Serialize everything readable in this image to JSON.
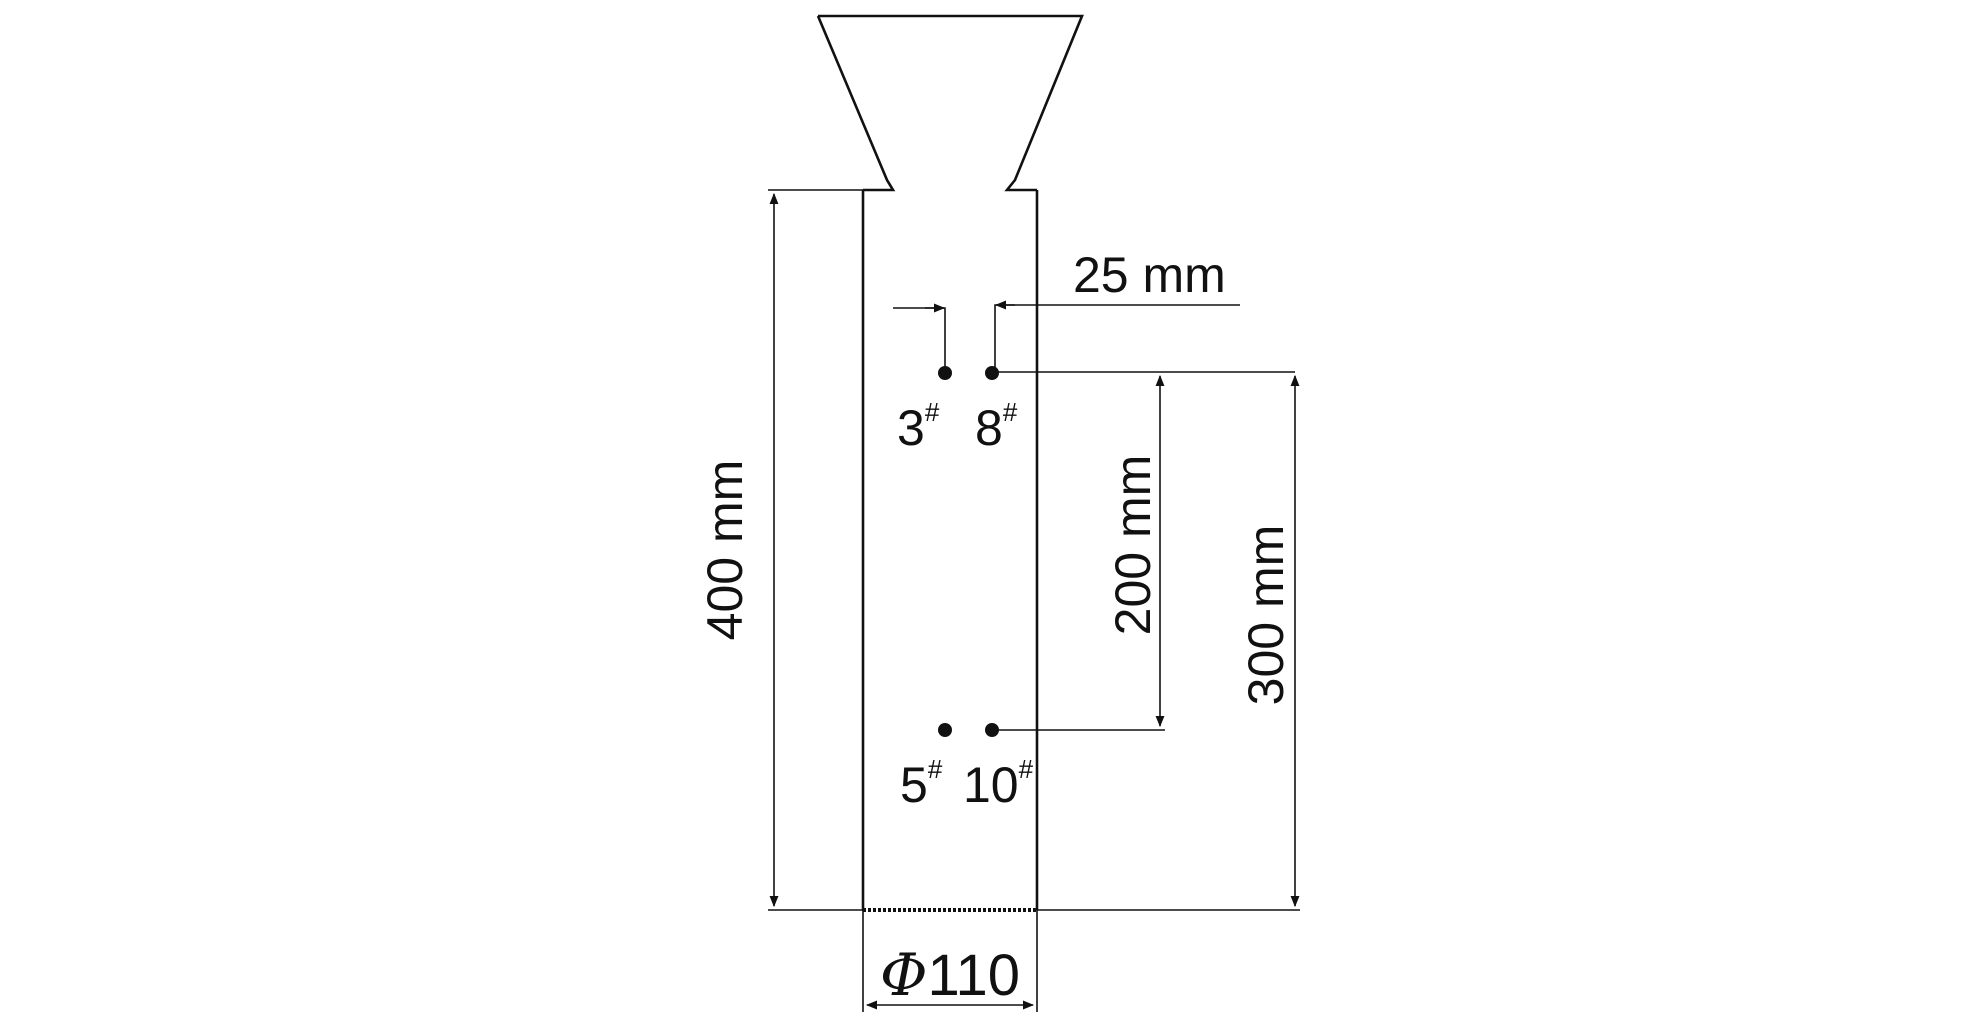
{
  "colors": {
    "stroke": "#111111",
    "background": "#ffffff"
  },
  "dimensions": {
    "height_total": "400 mm",
    "probe_spacing": "25 mm",
    "lower_pair_depth": "200 mm",
    "bottom_depth": "300 mm",
    "diameter_symbol": "Φ",
    "diameter_value": "110"
  },
  "probes": [
    {
      "number": "3",
      "mark": "#"
    },
    {
      "number": "8",
      "mark": "#"
    },
    {
      "number": "5",
      "mark": "#"
    },
    {
      "number": "10",
      "mark": "#"
    }
  ]
}
